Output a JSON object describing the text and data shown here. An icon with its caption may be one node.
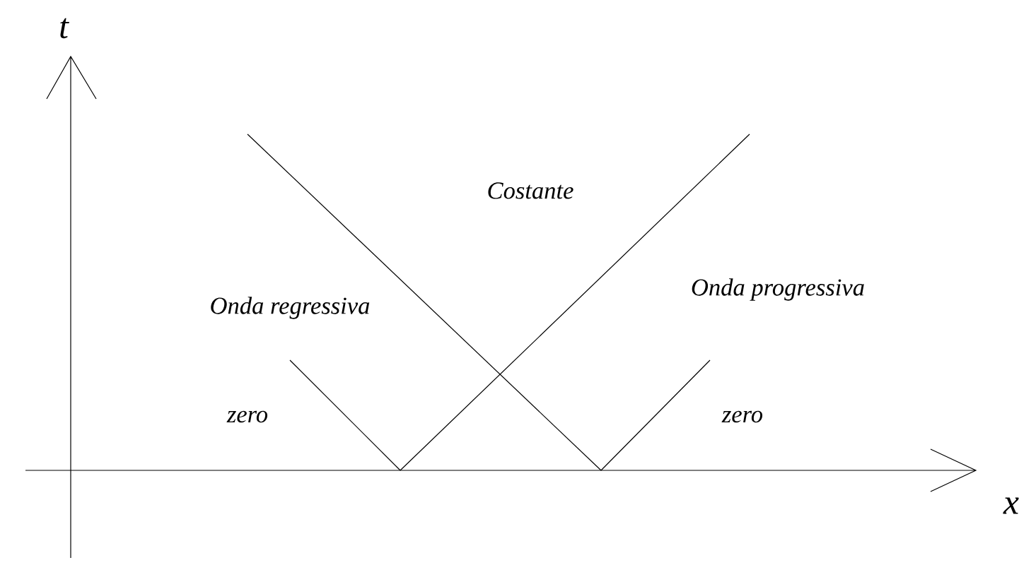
{
  "diagram": {
    "labels": [
      "t",
      "Costante",
      "Onda regressiva",
      "Onda progressiva",
      "zero",
      "zero",
      "x"
    ]
  }
}
